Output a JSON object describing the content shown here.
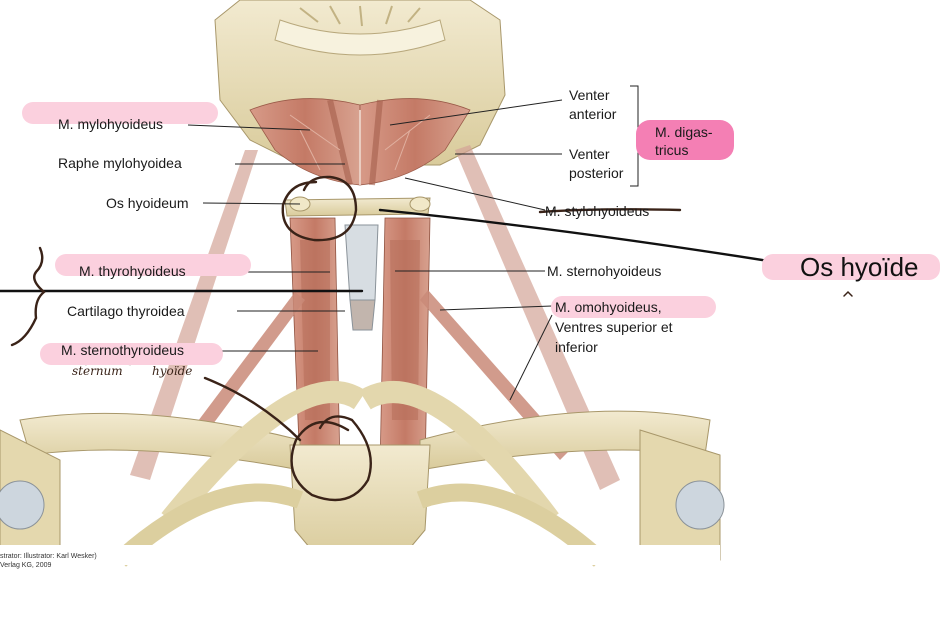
{
  "labels": {
    "mylohyoideus": "M. mylohyoideus",
    "raphe": "Raphe mylohyoidea",
    "os_hyoideum": "Os hyoideum",
    "thyrohyoideus": "M. thyrohyoideus",
    "cartilago": "Cartilago thyroidea",
    "sternothyroideus": "M. sternothyroideus",
    "venter_anterior": [
      "Venter",
      "anterior"
    ],
    "venter_posterior": [
      "Venter",
      "posterior"
    ],
    "digastricus": [
      "M. digas-",
      "tricus"
    ],
    "stylohyoideus": "M. stylohyoideus",
    "sternohyoideus": "M. sternohyoideus",
    "omohyoideus": [
      "M. omohyoideus,",
      "Ventres superior et",
      "inferior"
    ],
    "os_hyoide": "Os hyoïde"
  },
  "handwriting": {
    "sternum": "sternum",
    "hyoide": "hyoïde"
  },
  "credit": [
    "strator: Illustrator: Karl Wesker)",
    "Verlag KG, 2009"
  ],
  "colors": {
    "highlight_pink": "#fbd0de",
    "highlight_magenta": "#f47fb4",
    "ink_brown": "#3a2318",
    "bone": "#ece2bd",
    "muscle": "#c98a78"
  },
  "icons": [
    "hyoid-circle-icon",
    "sternum-circle-icon",
    "bracket-icon"
  ]
}
